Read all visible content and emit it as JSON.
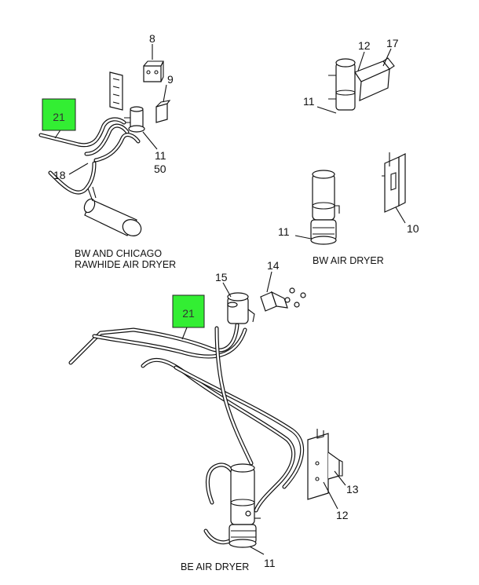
{
  "colors": {
    "highlight": "#33ee33",
    "ink": "#111111",
    "background": "#ffffff"
  },
  "captions": {
    "top_left_line1": "BW AND CHICAGO",
    "top_left_line2": "RAWHIDE AIR DRYER",
    "top_right": "BW AIR DRYER",
    "bottom": "BE AIR DRYER"
  },
  "callouts": {
    "tl_8": "8",
    "tl_9": "9",
    "tl_11": "11",
    "tl_50": "50",
    "tl_18": "18",
    "tl_21": "21",
    "tr_12": "12",
    "tr_17": "17",
    "tr_11a": "11",
    "tr_11b": "11",
    "tr_10": "10",
    "b_14": "14",
    "b_15": "15",
    "b_21": "21",
    "b_13": "13",
    "b_12": "12",
    "b_11": "11"
  }
}
